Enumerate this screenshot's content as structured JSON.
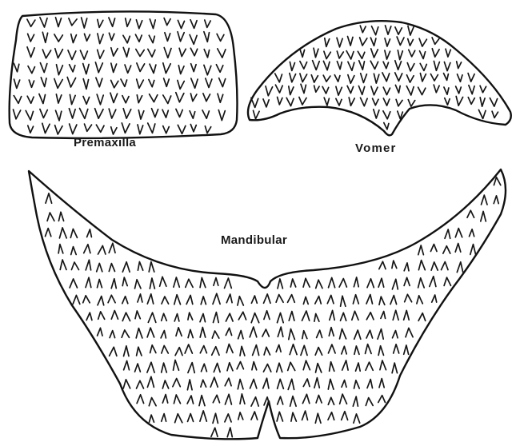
{
  "labels": {
    "premaxilla": "Premaxilla",
    "vomer": "Vomer",
    "mandibular": "Mandibular"
  },
  "colors": {
    "ink": "#111111",
    "background": "#ffffff"
  }
}
